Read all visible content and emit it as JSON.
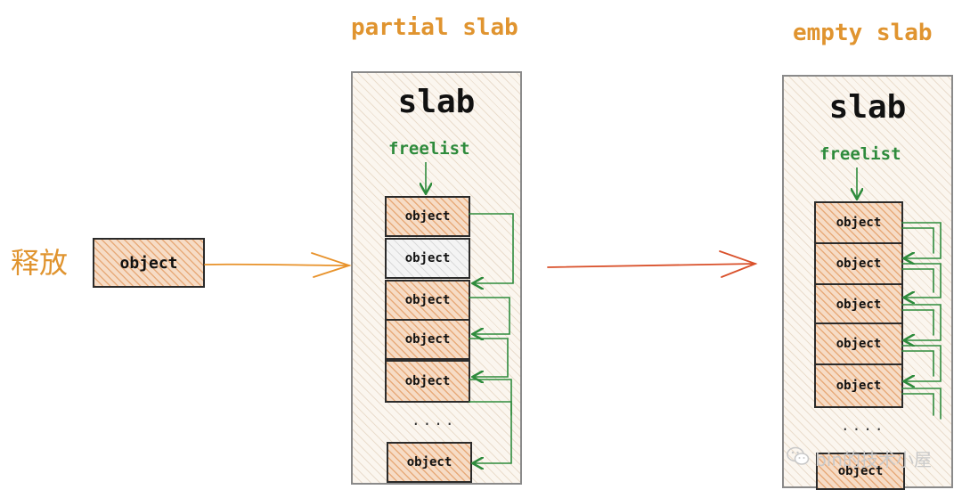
{
  "left": {
    "release_label": "释放",
    "object_label": "object"
  },
  "partial_slab": {
    "heading": "partial slab",
    "title": "slab",
    "freelist_label": "freelist",
    "objects": [
      "object",
      "object",
      "object",
      "object",
      "object"
    ],
    "ellipsis": "....",
    "last_object": "object"
  },
  "empty_slab": {
    "heading": "empty slab",
    "title": "slab",
    "freelist_label": "freelist",
    "objects": [
      "object",
      "object",
      "object",
      "object",
      "object"
    ],
    "ellipsis": "....",
    "last_object": "object"
  },
  "watermark": "bin的技术小屋",
  "colors": {
    "heading_orange": "#e0942f",
    "freelist_green": "#2e8b3c",
    "arrow_orange": "#e8922a",
    "arrow_red": "#d9502a",
    "object_fill": "#f6dcc6"
  },
  "icons": [
    "wechat-icon"
  ]
}
